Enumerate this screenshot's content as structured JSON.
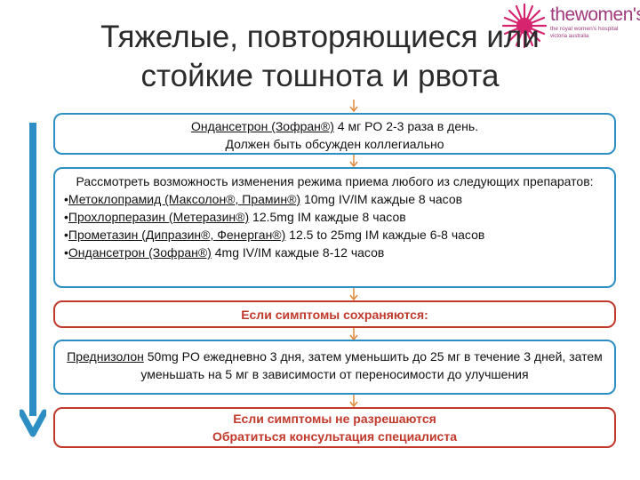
{
  "logo": {
    "brand": "thewomen's",
    "subtitle": "the royal women's hospital",
    "subtitle2": "victoria australia"
  },
  "title": {
    "line1": "Тяжелые, повторяющиеся или",
    "line2": "стойкие тошнота и рвота"
  },
  "box1": {
    "drug": "Ондансетрон (Зофран®)",
    "dose": " 4 мг PO 2-3 раза в день.",
    "line2": "Должен быть обсужден коллегиально"
  },
  "box2": {
    "intro": "Рассмотреть возможность изменения режима приема любого из следующих препаратов:",
    "items": [
      {
        "drug": "Метоклопрамид (Максолон®, Прамин®)",
        "dose": " 10mg IV/IM каждые 8 часов"
      },
      {
        "drug": "Прохлорперазин (Метеразин®)",
        "dose": " 12.5mg IM каждые 8 часов"
      },
      {
        "drug": "Прометазин (Дипразин®, Фенерган®)",
        "dose": " 12.5 to 25mg IM каждые 6-8 часов"
      },
      {
        "drug": "Ондансетрон (Зофран®)",
        "dose": " 4mg IV/IM каждые 8-12 часов"
      }
    ]
  },
  "box3": {
    "text": "Если симптомы сохраняются:"
  },
  "box4": {
    "drug": "Преднизолон",
    "rest": " 50mg PO ежедневно 3 дня, затем уменьшить до 25 мг в течение 3 дней, затем уменьшать на 5 мг в зависимости от переносимости до улучшения"
  },
  "box5": {
    "line1": "Если симптомы не разрешаются",
    "line2": "Обратиться консультация специалиста"
  },
  "colors": {
    "blue_border": "#2d8ec3",
    "red_border": "#c0392b",
    "arrow": "#2d8ec3",
    "logo": "#a03a7c"
  }
}
